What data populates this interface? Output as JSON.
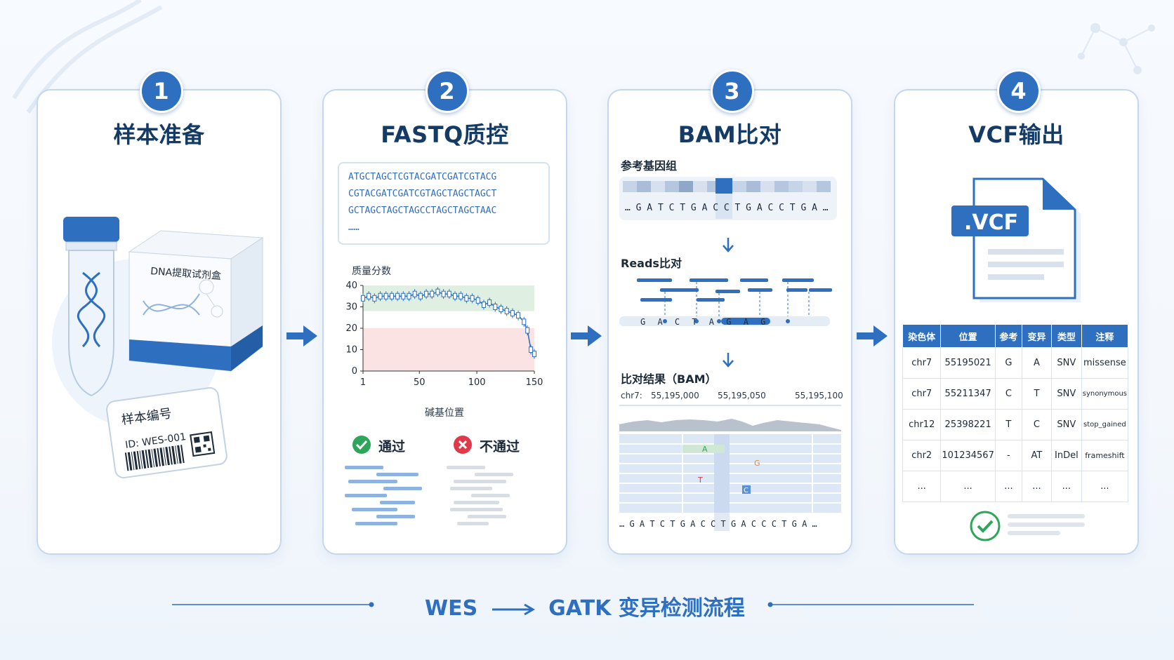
{
  "steps": [
    {
      "num": "1",
      "title": "样本准备"
    },
    {
      "num": "2",
      "title": "FASTQ质控"
    },
    {
      "num": "3",
      "title": "BAM比对"
    },
    {
      "num": "4",
      "title": "VCF输出"
    }
  ],
  "step1": {
    "kit_label": "DNA提取试剂盒",
    "sample_label": "样本编号",
    "sample_id": "ID: WES-001"
  },
  "step2": {
    "fastq_lines": [
      "ATGCTAGCTCGTACGATCGATCGTACG",
      "CGTACGATCGATCGTAGCTAGCTAGCT",
      "GCTAGCTAGCTAGCCTAGCTAGCTAAC",
      "……"
    ],
    "chart_ylabel": "质量分数",
    "chart_xlabel": "碱基位置",
    "pass_label": "通过",
    "fail_label": "不通过"
  },
  "chart_data": {
    "type": "line",
    "title": "",
    "xlabel": "碱基位置",
    "ylabel": "质量分数",
    "xlim": [
      1,
      150
    ],
    "ylim": [
      0,
      40
    ],
    "x_ticks": [
      "1",
      "50",
      "100",
      "150"
    ],
    "y_ticks": [
      "0",
      "10",
      "20",
      "30",
      "40"
    ],
    "x": [
      1,
      6,
      11,
      16,
      21,
      26,
      31,
      36,
      41,
      46,
      51,
      56,
      61,
      66,
      71,
      76,
      81,
      86,
      91,
      96,
      101,
      106,
      111,
      116,
      121,
      126,
      131,
      136,
      141,
      144,
      147,
      150
    ],
    "y": [
      34,
      35,
      34,
      35,
      35,
      35,
      35,
      35,
      35,
      36,
      35,
      36,
      36,
      37,
      36,
      36,
      35,
      35,
      34,
      34,
      33,
      31,
      32,
      30,
      29,
      28,
      27,
      26,
      23,
      19,
      10,
      8
    ],
    "bands": [
      {
        "from": 28,
        "to": 40,
        "color": "#dff0e2"
      },
      {
        "from": 0,
        "to": 20,
        "color": "#fbe3e4"
      }
    ]
  },
  "step3": {
    "ref_label": "参考基因组",
    "ref_seq": "… G A T C T G A C C T G A C C T G A …",
    "reads_label": "Reads比对",
    "read_seq": "G A C T A G A G",
    "result_label": "比对结果（BAM）",
    "coords": [
      "chr7:",
      "55,195,000",
      "55,195,050",
      "55,195,100"
    ],
    "bottom_seq": "… G A T C T G A C C T G A C C C T G A …",
    "variant_letters": [
      "A",
      "G",
      "T",
      "C"
    ]
  },
  "step4": {
    "file_ext": ".VCF",
    "headers": [
      "染色体",
      "位置",
      "参考",
      "变异",
      "类型",
      "注释"
    ],
    "rows": [
      [
        "chr7",
        "55195021",
        "G",
        "A",
        "SNV",
        "missense"
      ],
      [
        "chr7",
        "55211347",
        "C",
        "T",
        "SNV",
        "synonymous"
      ],
      [
        "chr12",
        "25398221",
        "T",
        "C",
        "SNV",
        "stop_gained"
      ],
      [
        "chr2",
        "101234567",
        "-",
        "AT",
        "InDel",
        "frameshift"
      ],
      [
        "...",
        "...",
        "...",
        "...",
        "...",
        "..."
      ]
    ]
  },
  "footer": {
    "left": "WES",
    "right": "GATK 变异检测流程"
  },
  "colors": {
    "primary": "#2e6fc0",
    "dark": "#143a66",
    "pass": "#2ea65a",
    "fail": "#e0394a"
  }
}
